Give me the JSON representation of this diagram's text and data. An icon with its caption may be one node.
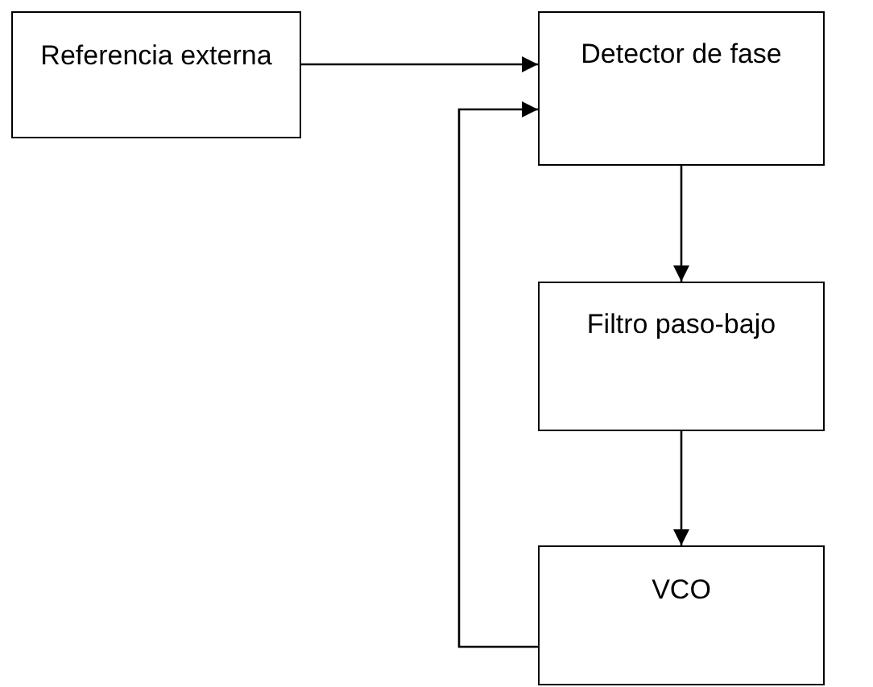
{
  "diagram": {
    "nodes": [
      {
        "text": [
          "Referencia externa"
        ]
      },
      {
        "text": [
          "Detector de fase"
        ]
      },
      {
        "text": [
          "Filtro paso-bajo"
        ]
      },
      {
        "text": [
          "VCO"
        ]
      }
    ],
    "edges": [
      {
        "from": 0,
        "to": 1,
        "arrow": "to"
      },
      {
        "from": 1,
        "to": 2,
        "arrow": "to"
      },
      {
        "from": 2,
        "to": 3,
        "arrow": "to"
      },
      {
        "from": 3,
        "to": 1,
        "arrow": "to"
      }
    ]
  }
}
